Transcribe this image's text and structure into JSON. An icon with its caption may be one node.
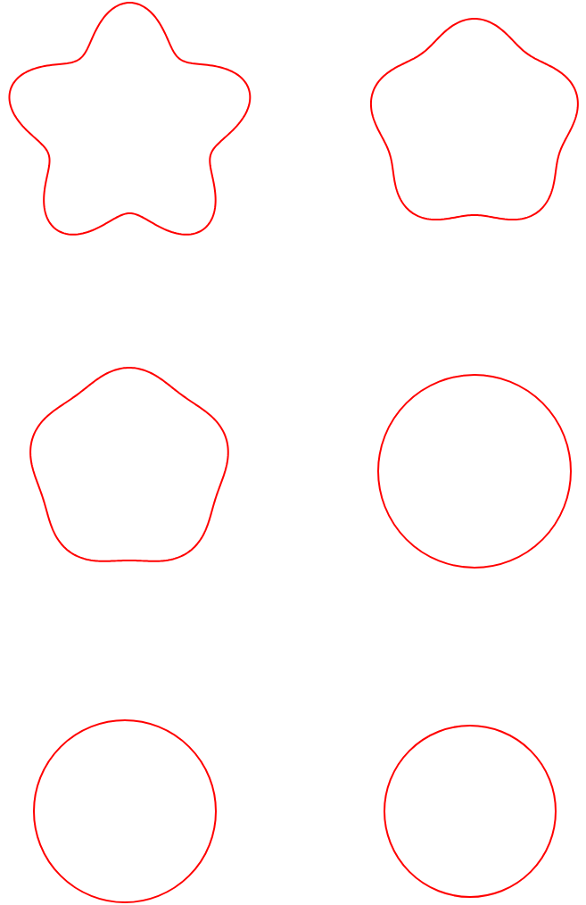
{
  "diagram": {
    "nodes": [
      {
        "text": [],
        "shape": "star"
      },
      {
        "text": [],
        "shape": "pentagon"
      },
      {
        "text": [],
        "shape": "pentagon"
      },
      {
        "text": [],
        "shape": "circle"
      },
      {
        "text": [],
        "shape": "circle"
      },
      {
        "text": [],
        "shape": "circle"
      }
    ]
  }
}
